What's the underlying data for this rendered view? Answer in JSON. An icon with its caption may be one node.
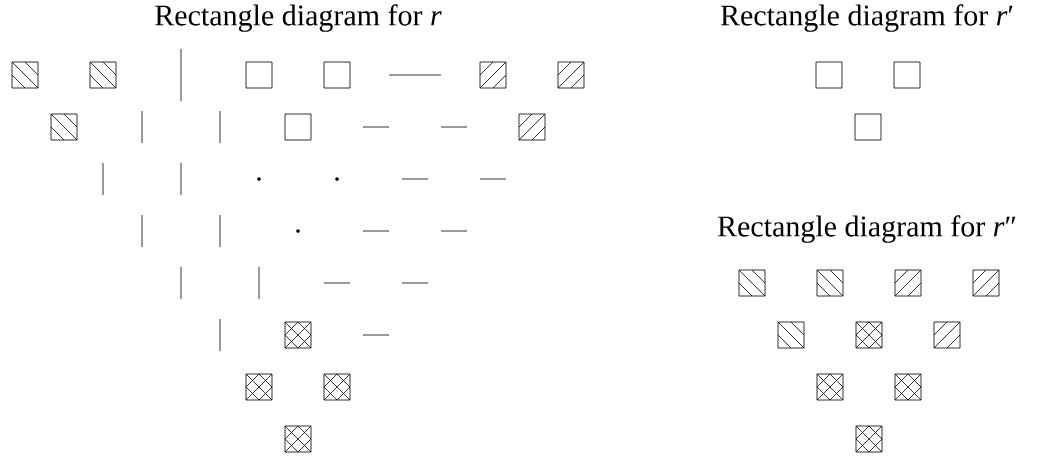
{
  "diagram": {
    "labels": [
      "Rectangle diagram for *r*",
      "Rectangle diagram for *r*′",
      "Rectangle diagram for *r*″"
    ]
  }
}
